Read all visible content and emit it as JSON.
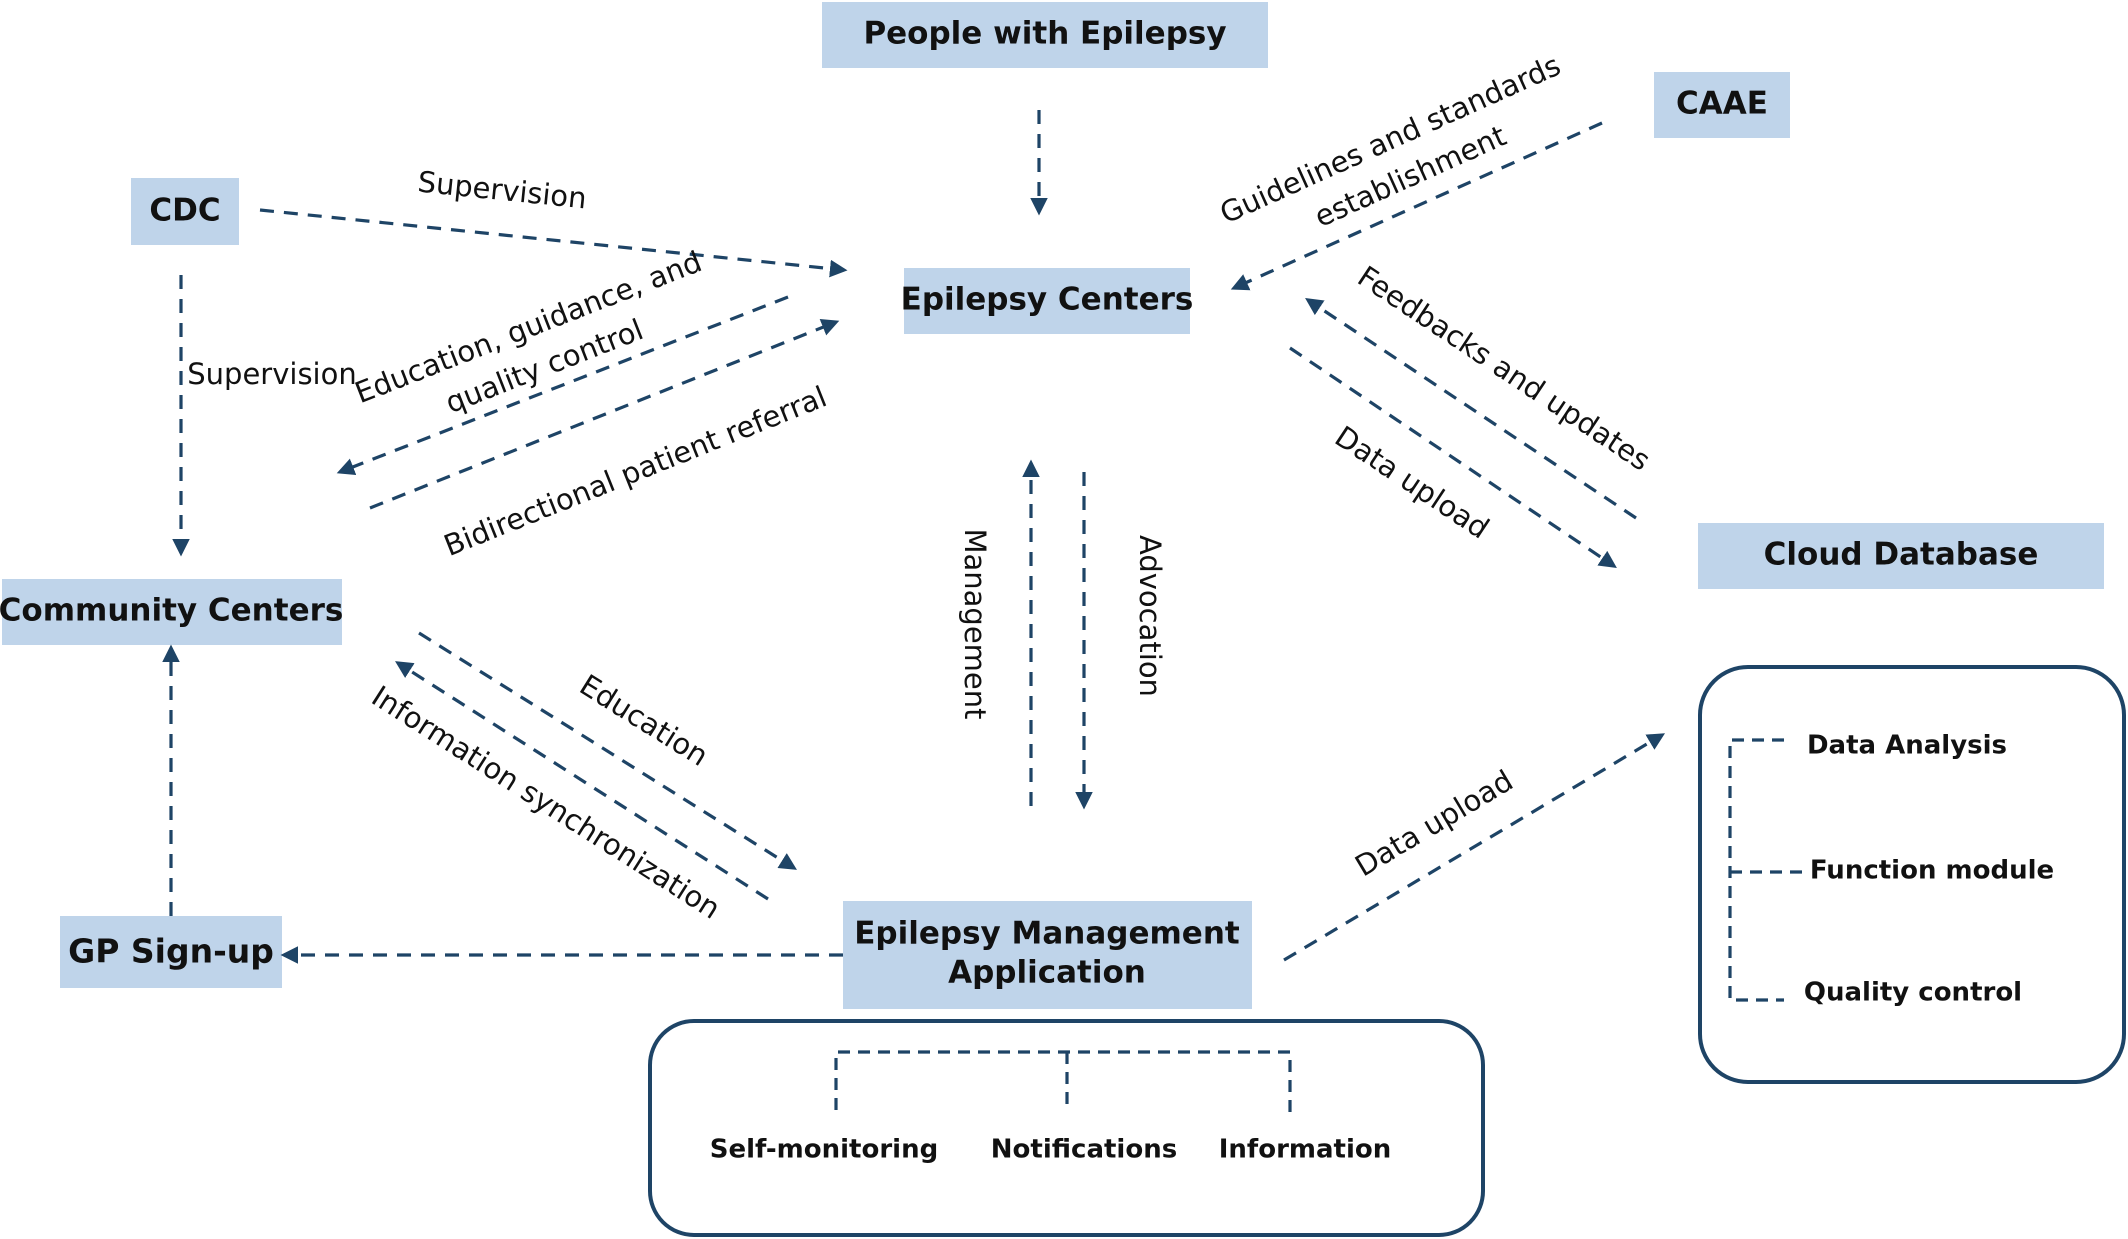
{
  "nodes": {
    "people": "People with Epilepsy",
    "caae": "CAAE",
    "cdc": "CDC",
    "epilepsy_centers": "Epilepsy Centers",
    "community_centers": "Community Centers",
    "cloud_database": "Cloud Database",
    "gp_signup": "GP Sign-up",
    "app_line1": "Epilepsy Management",
    "app_line2": "Application"
  },
  "edges": {
    "supervision_cdc_ec": "Supervision",
    "supervision_cdc_cc": "Supervision",
    "edu_line1": "Education, guidance, and",
    "edu_line2": "quality control",
    "referral": "Bidirectional patient referral",
    "guidelines_line1": "Guidelines and standards",
    "guidelines_line2": "establishment",
    "feedbacks": "Feedbacks and updates",
    "data_upload_ec": "Data upload",
    "management": "Management",
    "advocation": "Advocation",
    "education": "Education",
    "info_sync": "Information synchronization",
    "data_upload_app": "Data upload"
  },
  "app_modules": [
    "Self-monitoring",
    "Notifications",
    "Information"
  ],
  "cloud_modules": [
    "Data Analysis",
    "Function module",
    "Quality control"
  ],
  "colors": {
    "node_fill": "#bfd4ea",
    "edge_stroke": "#1e4466",
    "text": "#111111"
  }
}
